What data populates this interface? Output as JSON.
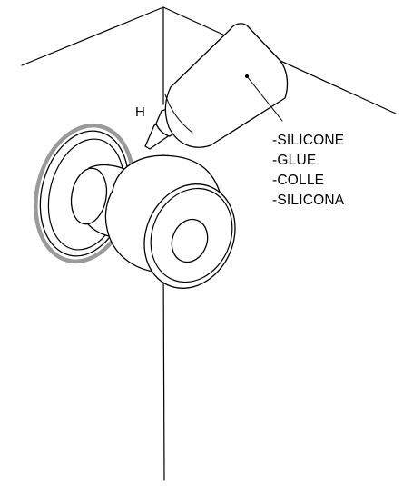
{
  "diagram": {
    "marker_label": "H",
    "adhesives": [
      "-SILICONE",
      "-GLUE",
      "-COLLE",
      "-SILICONA"
    ],
    "colors": {
      "ink": "#000000",
      "glue_ring": "#9a9a9a",
      "background": "#ffffff"
    }
  }
}
